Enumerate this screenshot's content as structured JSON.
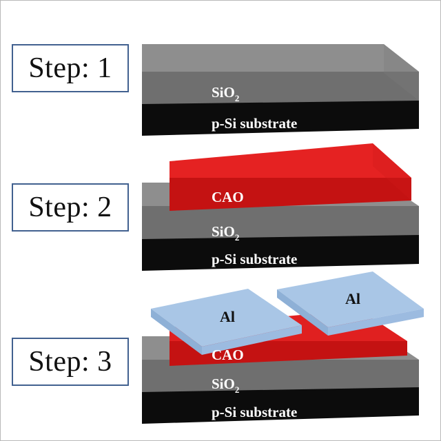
{
  "steps": [
    {
      "label": "Step: 1",
      "layers": {
        "oxide": "SiO",
        "oxide_sub": "2",
        "substrate": "p-Si substrate"
      }
    },
    {
      "label": "Step: 2",
      "layers": {
        "active": "CAO",
        "oxide": "SiO",
        "oxide_sub": "2",
        "substrate": "p-Si substrate"
      }
    },
    {
      "label": "Step: 3",
      "layers": {
        "electrode_left": "Al",
        "electrode_right": "Al",
        "active": "CAO",
        "oxide": "SiO",
        "oxide_sub": "2",
        "substrate": "p-Si substrate"
      }
    }
  ],
  "colors": {
    "step_box_border": "#41608f",
    "oxide_top": "#8a8a8a",
    "oxide_front": "#6f6f6f",
    "substrate": "#0c0c0c",
    "cao_top": "#e02020",
    "cao_front": "#c41212",
    "al_top": "#a9c6e6",
    "al_front": "#93b4d9"
  }
}
